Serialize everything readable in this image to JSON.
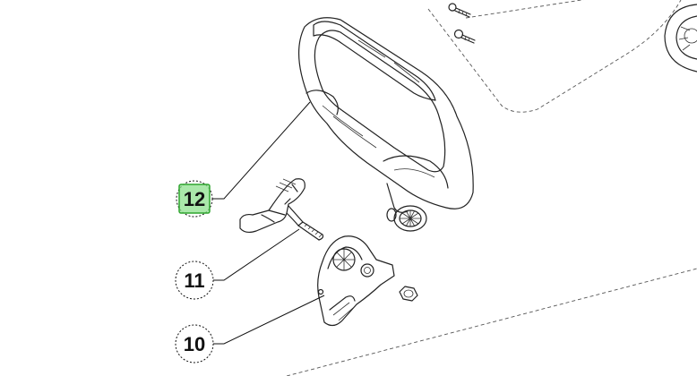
{
  "diagram": {
    "callouts": [
      {
        "id": "12",
        "label": "12",
        "highlighted": true
      },
      {
        "id": "11",
        "label": "11",
        "highlighted": false
      },
      {
        "id": "10",
        "label": "10",
        "highlighted": false
      }
    ],
    "colors": {
      "line": "#222222",
      "highlight_fill": "#8ee08e",
      "highlight_stroke": "#2fa52f",
      "background": "#ffffff"
    }
  }
}
